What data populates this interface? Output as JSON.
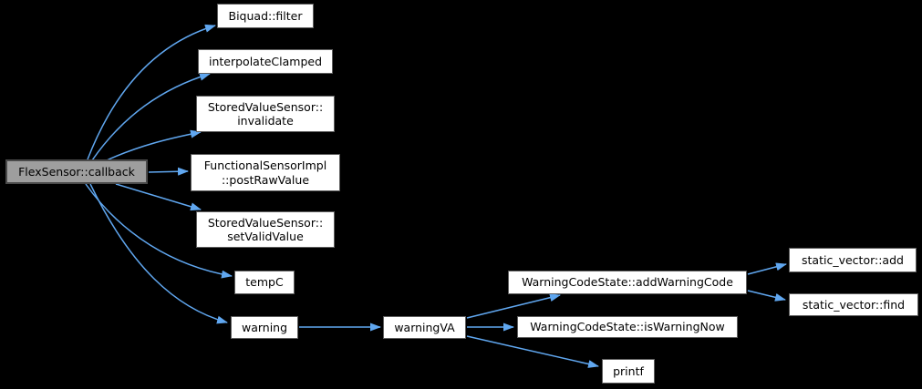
{
  "graph": {
    "type": "call-graph",
    "colors": {
      "background": "#000000",
      "edge": "#60a7f0",
      "node_fill": "#ffffff",
      "node_border": "#5e5e5e",
      "highlight_fill": "#9e9e9e",
      "highlight_border": "#4a4a4a",
      "text": "#000000"
    },
    "nodes": [
      {
        "id": "flexsensor-callback",
        "label": "FlexSensor::callback",
        "highlighted": true
      },
      {
        "id": "biquad-filter",
        "label": "Biquad::filter",
        "highlighted": false
      },
      {
        "id": "interpolate-clamped",
        "label": "interpolateClamped",
        "highlighted": false
      },
      {
        "id": "storedvaluesensor-invalidate",
        "label": "StoredValueSensor::\ninvalidate",
        "highlighted": false
      },
      {
        "id": "functionalsensorimpl-postrawvalue",
        "label": "FunctionalSensorImpl\n::postRawValue",
        "highlighted": false
      },
      {
        "id": "storedvaluesensor-setvalidvalue",
        "label": "StoredValueSensor::\nsetValidValue",
        "highlighted": false
      },
      {
        "id": "tempc",
        "label": "tempC",
        "highlighted": false
      },
      {
        "id": "warning",
        "label": "warning",
        "highlighted": false
      },
      {
        "id": "warningva",
        "label": "warningVA",
        "highlighted": false
      },
      {
        "id": "warningcodestate-addwarningcode",
        "label": "WarningCodeState::addWarningCode",
        "highlighted": false
      },
      {
        "id": "warningcodestate-iswarningnow",
        "label": "WarningCodeState::isWarningNow",
        "highlighted": false
      },
      {
        "id": "printf",
        "label": "printf",
        "highlighted": false
      },
      {
        "id": "static-vector-add",
        "label": "static_vector::add",
        "highlighted": false
      },
      {
        "id": "static-vector-find",
        "label": "static_vector::find",
        "highlighted": false
      }
    ],
    "edges": [
      {
        "from": "FlexSensor::callback",
        "to": "Biquad::filter"
      },
      {
        "from": "FlexSensor::callback",
        "to": "interpolateClamped"
      },
      {
        "from": "FlexSensor::callback",
        "to": "StoredValueSensor::invalidate"
      },
      {
        "from": "FlexSensor::callback",
        "to": "FunctionalSensorImpl::postRawValue"
      },
      {
        "from": "FlexSensor::callback",
        "to": "StoredValueSensor::setValidValue"
      },
      {
        "from": "FlexSensor::callback",
        "to": "tempC"
      },
      {
        "from": "FlexSensor::callback",
        "to": "warning"
      },
      {
        "from": "warning",
        "to": "warningVA"
      },
      {
        "from": "warningVA",
        "to": "WarningCodeState::addWarningCode"
      },
      {
        "from": "warningVA",
        "to": "WarningCodeState::isWarningNow"
      },
      {
        "from": "warningVA",
        "to": "printf"
      },
      {
        "from": "WarningCodeState::addWarningCode",
        "to": "static_vector::add"
      },
      {
        "from": "WarningCodeState::addWarningCode",
        "to": "static_vector::find"
      }
    ]
  }
}
